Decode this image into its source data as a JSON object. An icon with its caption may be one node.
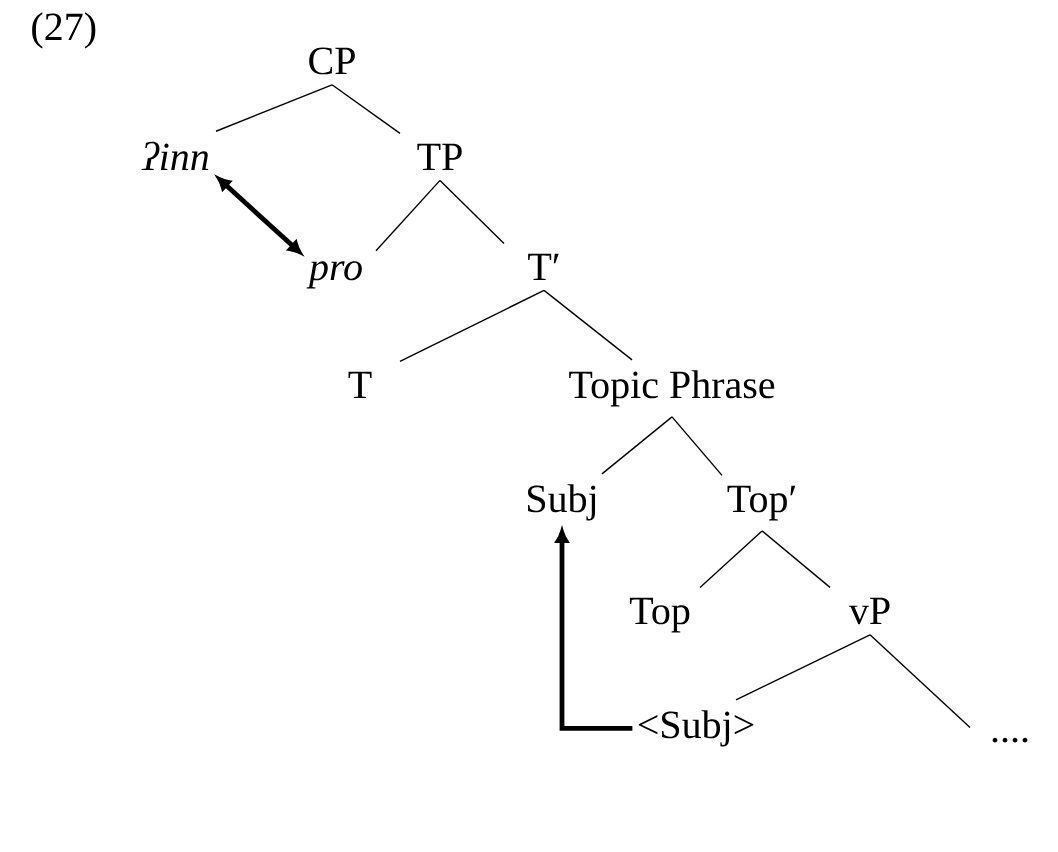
{
  "diagram": {
    "nodes": [
      {
        "text": [
          "CP"
        ]
      },
      {
        "text": [
          "ʔinn"
        ]
      },
      {
        "text": [
          "TP"
        ]
      },
      {
        "text": [
          "pro"
        ]
      },
      {
        "text": [
          "T′"
        ]
      },
      {
        "text": [
          "T"
        ]
      },
      {
        "text": [
          "Topic Phrase"
        ]
      },
      {
        "text": [
          "Subj"
        ]
      },
      {
        "text": [
          "Top′"
        ]
      },
      {
        "text": [
          "Top"
        ]
      },
      {
        "text": [
          "vP"
        ]
      },
      {
        "text": [
          "<Subj>"
        ]
      },
      {
        "text": [
          "...."
        ]
      }
    ],
    "edges": [
      {
        "from": 0,
        "to": 1,
        "arrow": "none"
      },
      {
        "from": 0,
        "to": 2,
        "arrow": "none"
      },
      {
        "from": 2,
        "to": 3,
        "arrow": "none"
      },
      {
        "from": 2,
        "to": 4,
        "arrow": "none"
      },
      {
        "from": 4,
        "to": 5,
        "arrow": "none"
      },
      {
        "from": 4,
        "to": 6,
        "arrow": "none"
      },
      {
        "from": 6,
        "to": 7,
        "arrow": "none"
      },
      {
        "from": 6,
        "to": 8,
        "arrow": "none"
      },
      {
        "from": 8,
        "to": 9,
        "arrow": "none"
      },
      {
        "from": 8,
        "to": 10,
        "arrow": "none"
      },
      {
        "from": 10,
        "to": 11,
        "arrow": "none"
      },
      {
        "from": 10,
        "to": 12,
        "arrow": "none"
      },
      {
        "from": 1,
        "to": 3,
        "arrow": "both",
        "style": "thick"
      },
      {
        "from": 11,
        "to": 7,
        "arrow": "to",
        "style": "thick"
      }
    ],
    "labels": [
      "(27)"
    ]
  }
}
